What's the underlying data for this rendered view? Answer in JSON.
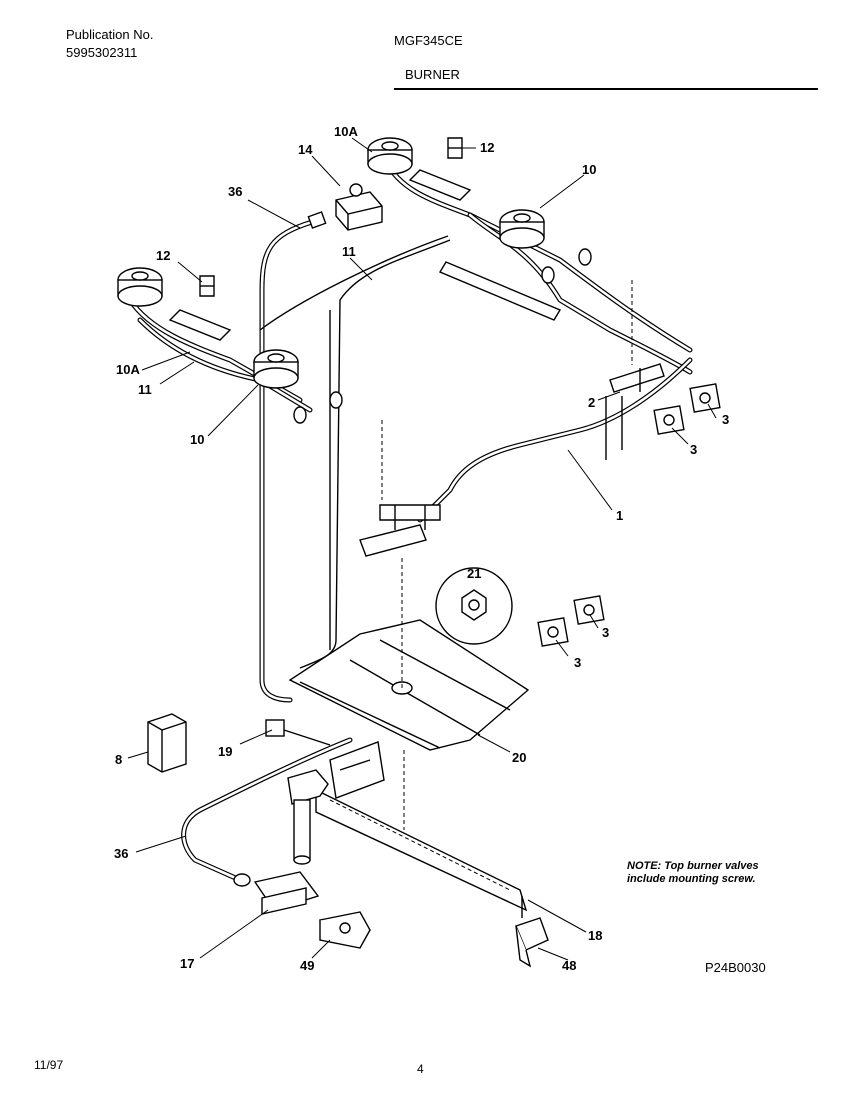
{
  "header": {
    "publication_label": "Publication No.",
    "publication_number": "5995302311",
    "model": "MGF345CE",
    "section": "BURNER"
  },
  "callouts": {
    "c1": "1",
    "c2": "2",
    "c3a": "3",
    "c3b": "3",
    "c3c": "3",
    "c3d": "3",
    "c8": "8",
    "c10a": "10",
    "c10b": "10",
    "c10Aa": "10A",
    "c10Ab": "10A",
    "c11a": "11",
    "c11b": "11",
    "c12a": "12",
    "c12b": "12",
    "c14": "14",
    "c17": "17",
    "c18": "18",
    "c19": "19",
    "c20": "20",
    "c21": "21",
    "c36a": "36",
    "c36b": "36",
    "c48": "48",
    "c49": "49"
  },
  "note": {
    "line1": "NOTE: Top burner valves",
    "line2": "include mounting screw."
  },
  "diagram_code": "P24B0030",
  "footer": {
    "date": "11/97",
    "page": "4"
  }
}
